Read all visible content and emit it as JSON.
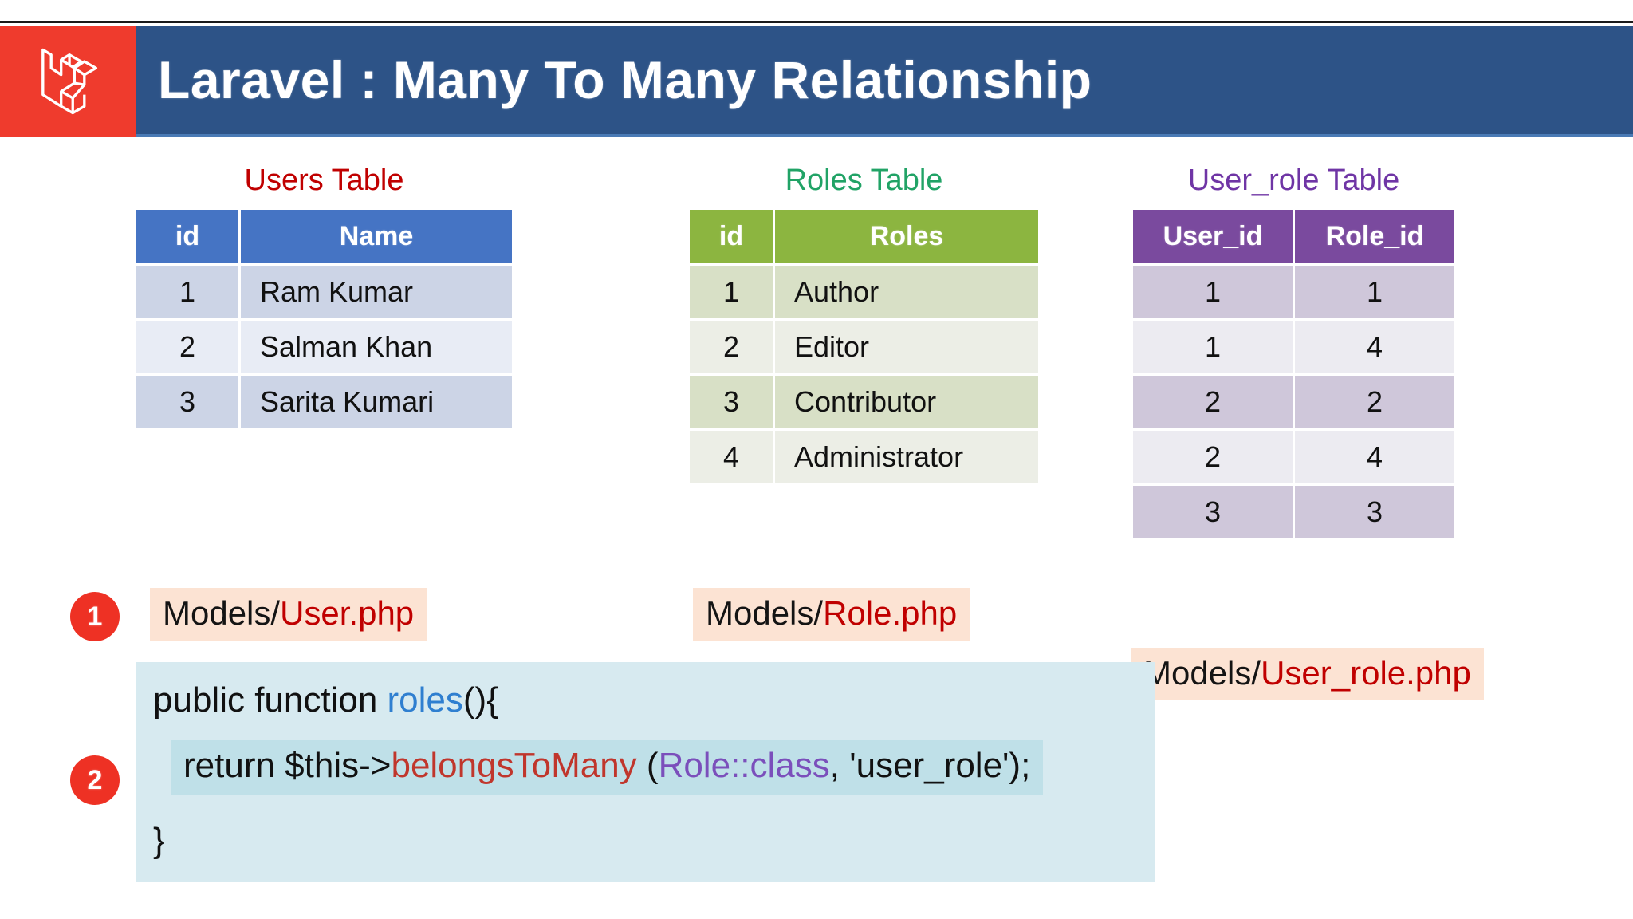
{
  "header": {
    "title": "Laravel : Many To Many Relationship",
    "logo_icon": "laravel-logo-icon",
    "logo_bg": "#ef3b2d",
    "bar_bg": "#2d5387"
  },
  "tables": {
    "users": {
      "title": "Users Table",
      "title_color": "#c00000",
      "header_color": "#4574c4",
      "columns": [
        "id",
        "Name"
      ],
      "rows": [
        [
          "1",
          "Ram Kumar"
        ],
        [
          "2",
          "Salman Khan"
        ],
        [
          "3",
          "Sarita Kumari"
        ]
      ]
    },
    "roles": {
      "title": "Roles Table",
      "title_color": "#21a366",
      "header_color": "#8cb540",
      "columns": [
        "id",
        "Roles"
      ],
      "rows": [
        [
          "1",
          "Author"
        ],
        [
          "2",
          "Editor"
        ],
        [
          "3",
          "Contributor"
        ],
        [
          "4",
          "Administrator"
        ]
      ]
    },
    "user_role": {
      "title": "User_role Table",
      "title_color": "#6f35a5",
      "header_color": "#7a4a9e",
      "columns": [
        "User_id",
        "Role_id"
      ],
      "rows": [
        [
          "1",
          "1"
        ],
        [
          "1",
          "4"
        ],
        [
          "2",
          "2"
        ],
        [
          "2",
          "4"
        ],
        [
          "3",
          "3"
        ]
      ]
    }
  },
  "file_chips": {
    "user_model": {
      "path": "Models/",
      "file": "User.php"
    },
    "role_model": {
      "path": "Models/",
      "file": "Role.php"
    },
    "urole_model": {
      "path": "Models/",
      "file": "User_role.php"
    }
  },
  "badges": {
    "one": "1",
    "two": "2",
    "color": "#ee3124"
  },
  "code": {
    "line1": {
      "a": "public function ",
      "b": "roles",
      "c": "(){"
    },
    "line2": {
      "a": "return $this->",
      "b": "belongsToMany",
      "c": " (",
      "d": "Role::class",
      "e": ", 'user_role');"
    },
    "line3": "}",
    "bg": "#d7eaf0",
    "highlight_bg": "#bfe0e8"
  }
}
